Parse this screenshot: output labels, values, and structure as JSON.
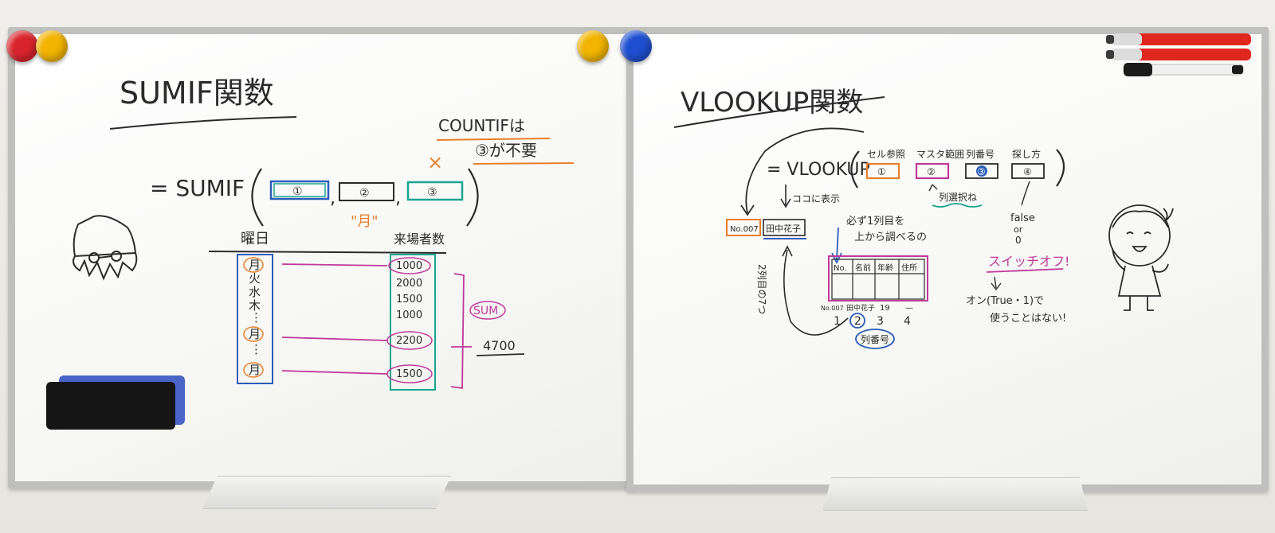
{
  "left_board": {
    "title": "SUMIF関数",
    "formula_prefix": "= SUMIF",
    "arg1": "①",
    "arg2": "②",
    "arg3": "③",
    "month_label": "\"月\"",
    "cross_mark": "×",
    "countif_note_line1": "COUNTIFは",
    "countif_note_line2": "③が不要",
    "col_day_header": "曜日",
    "col_count_header": "来場者数",
    "days": [
      "月",
      "火",
      "水",
      "木",
      "⋮",
      "月",
      "⋮",
      "月"
    ],
    "counts": [
      "1000",
      "2000",
      "1500",
      "1000",
      "2200",
      "1500"
    ],
    "sum_label": "SUM",
    "sum_result": "4700"
  },
  "right_board": {
    "title": "VLOOKUP関数",
    "formula_prefix": "= VLOOKUP",
    "arg1_label": "セル参照",
    "arg2_label": "マスタ範囲",
    "arg3_label": "列番号",
    "arg4_label": "探し方",
    "arg1": "①",
    "arg2": "②",
    "arg3": "③",
    "arg4": "④",
    "koko_note": "ココに表示",
    "column_select_note": "列選択ね",
    "cell_no": "No.007",
    "cell_name": "田中花子",
    "first_col_note_line1": "必ず1列目を",
    "first_col_note_line2": "上から調べるの",
    "table_headers": [
      "No.",
      "名前",
      "年齢",
      "住所"
    ],
    "table_last_row": [
      "No.007",
      "田中花子",
      "19",
      "—"
    ],
    "column_numbers": [
      "1",
      "2",
      "3",
      "4"
    ],
    "column_number_label": "列番号",
    "second_col_note": "2列目の7つ",
    "false_label": "false",
    "or_label": "or",
    "zero_label": "0",
    "switch_note": "スイッチオフ!",
    "on_note_line1": "オン(True・1)で",
    "on_note_line2": "使うことはない!"
  },
  "colors": {
    "board_ink": "#2b2b2b",
    "teal": "#1aa58e",
    "blue": "#2a5db8",
    "orange": "#e8802a",
    "magenta": "#c0399a",
    "magnet_red": "#d8242c",
    "magnet_yellow": "#f2b400",
    "magnet_blue": "#1f4fd1"
  }
}
